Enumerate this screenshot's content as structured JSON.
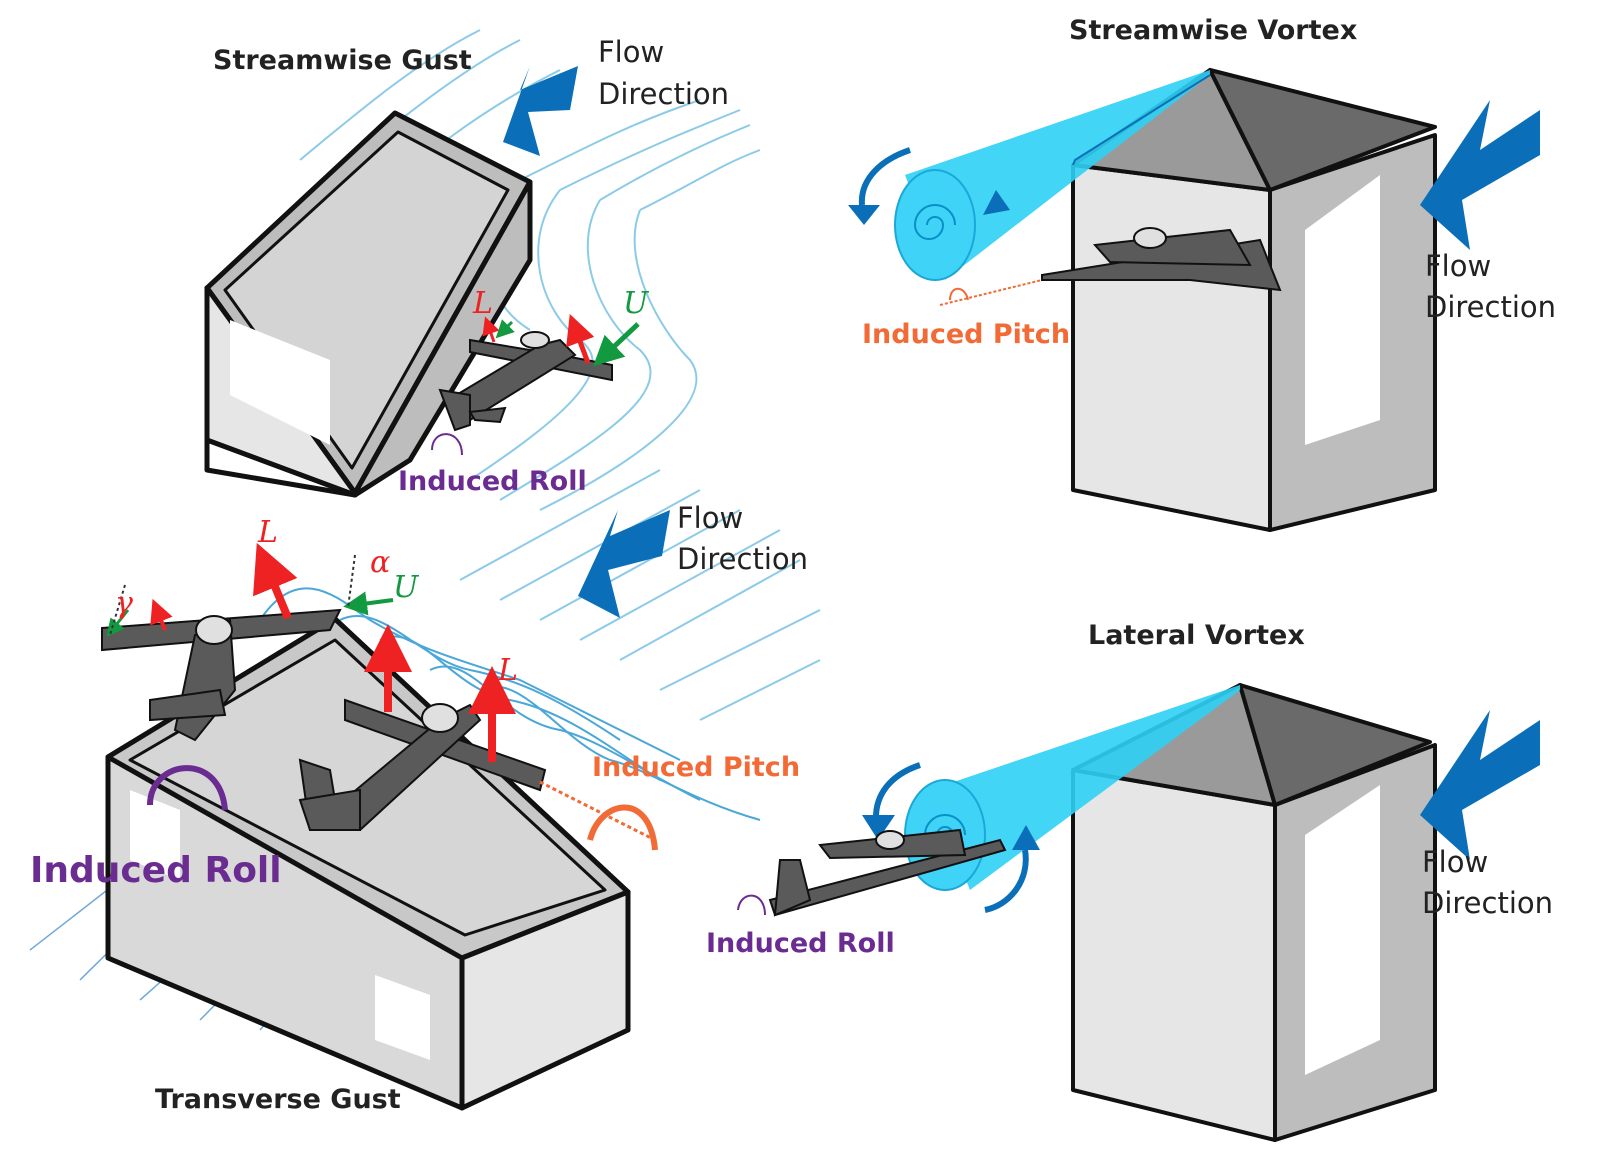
{
  "panels": {
    "streamwise_gust": {
      "title": "Streamwise Gust",
      "flow_label_line1": "Flow",
      "flow_label_line2": "Direction",
      "lift_symbol": "L",
      "velocity_symbol": "U",
      "induced_label": "Induced Roll"
    },
    "transverse_gust": {
      "title": "Transverse Gust",
      "flow_label_line1": "Flow",
      "flow_label_line2": "Direction",
      "lift_symbol_1": "L",
      "lift_symbol_2": "L",
      "velocity_symbol": "U",
      "angle_symbol": "α",
      "sideslip_symbol": "γ",
      "induced_roll_label": "Induced Roll",
      "induced_pitch_label": "Induced Pitch"
    },
    "streamwise_vortex": {
      "title": "Streamwise Vortex",
      "flow_label_line1": "Flow",
      "flow_label_line2": "Direction",
      "induced_label": "Induced Pitch"
    },
    "lateral_vortex": {
      "title": "Lateral Vortex",
      "flow_label_line1": "Flow",
      "flow_label_line2": "Direction",
      "induced_label": "Induced Roll"
    }
  },
  "colors": {
    "flow_arrow": "#0a6fb8",
    "streamline": "#8ccbe8",
    "vortex": "#2fd0f5",
    "lift": "#ee2222",
    "velocity": "#139940",
    "roll": "#6b2c91",
    "pitch": "#f26a36",
    "building_face": "#e6e6e6",
    "building_side": "#bdbdbd",
    "roof_light": "#9a9a9a",
    "roof_dark": "#6a6a6a",
    "plane": "#5a5a5a"
  }
}
